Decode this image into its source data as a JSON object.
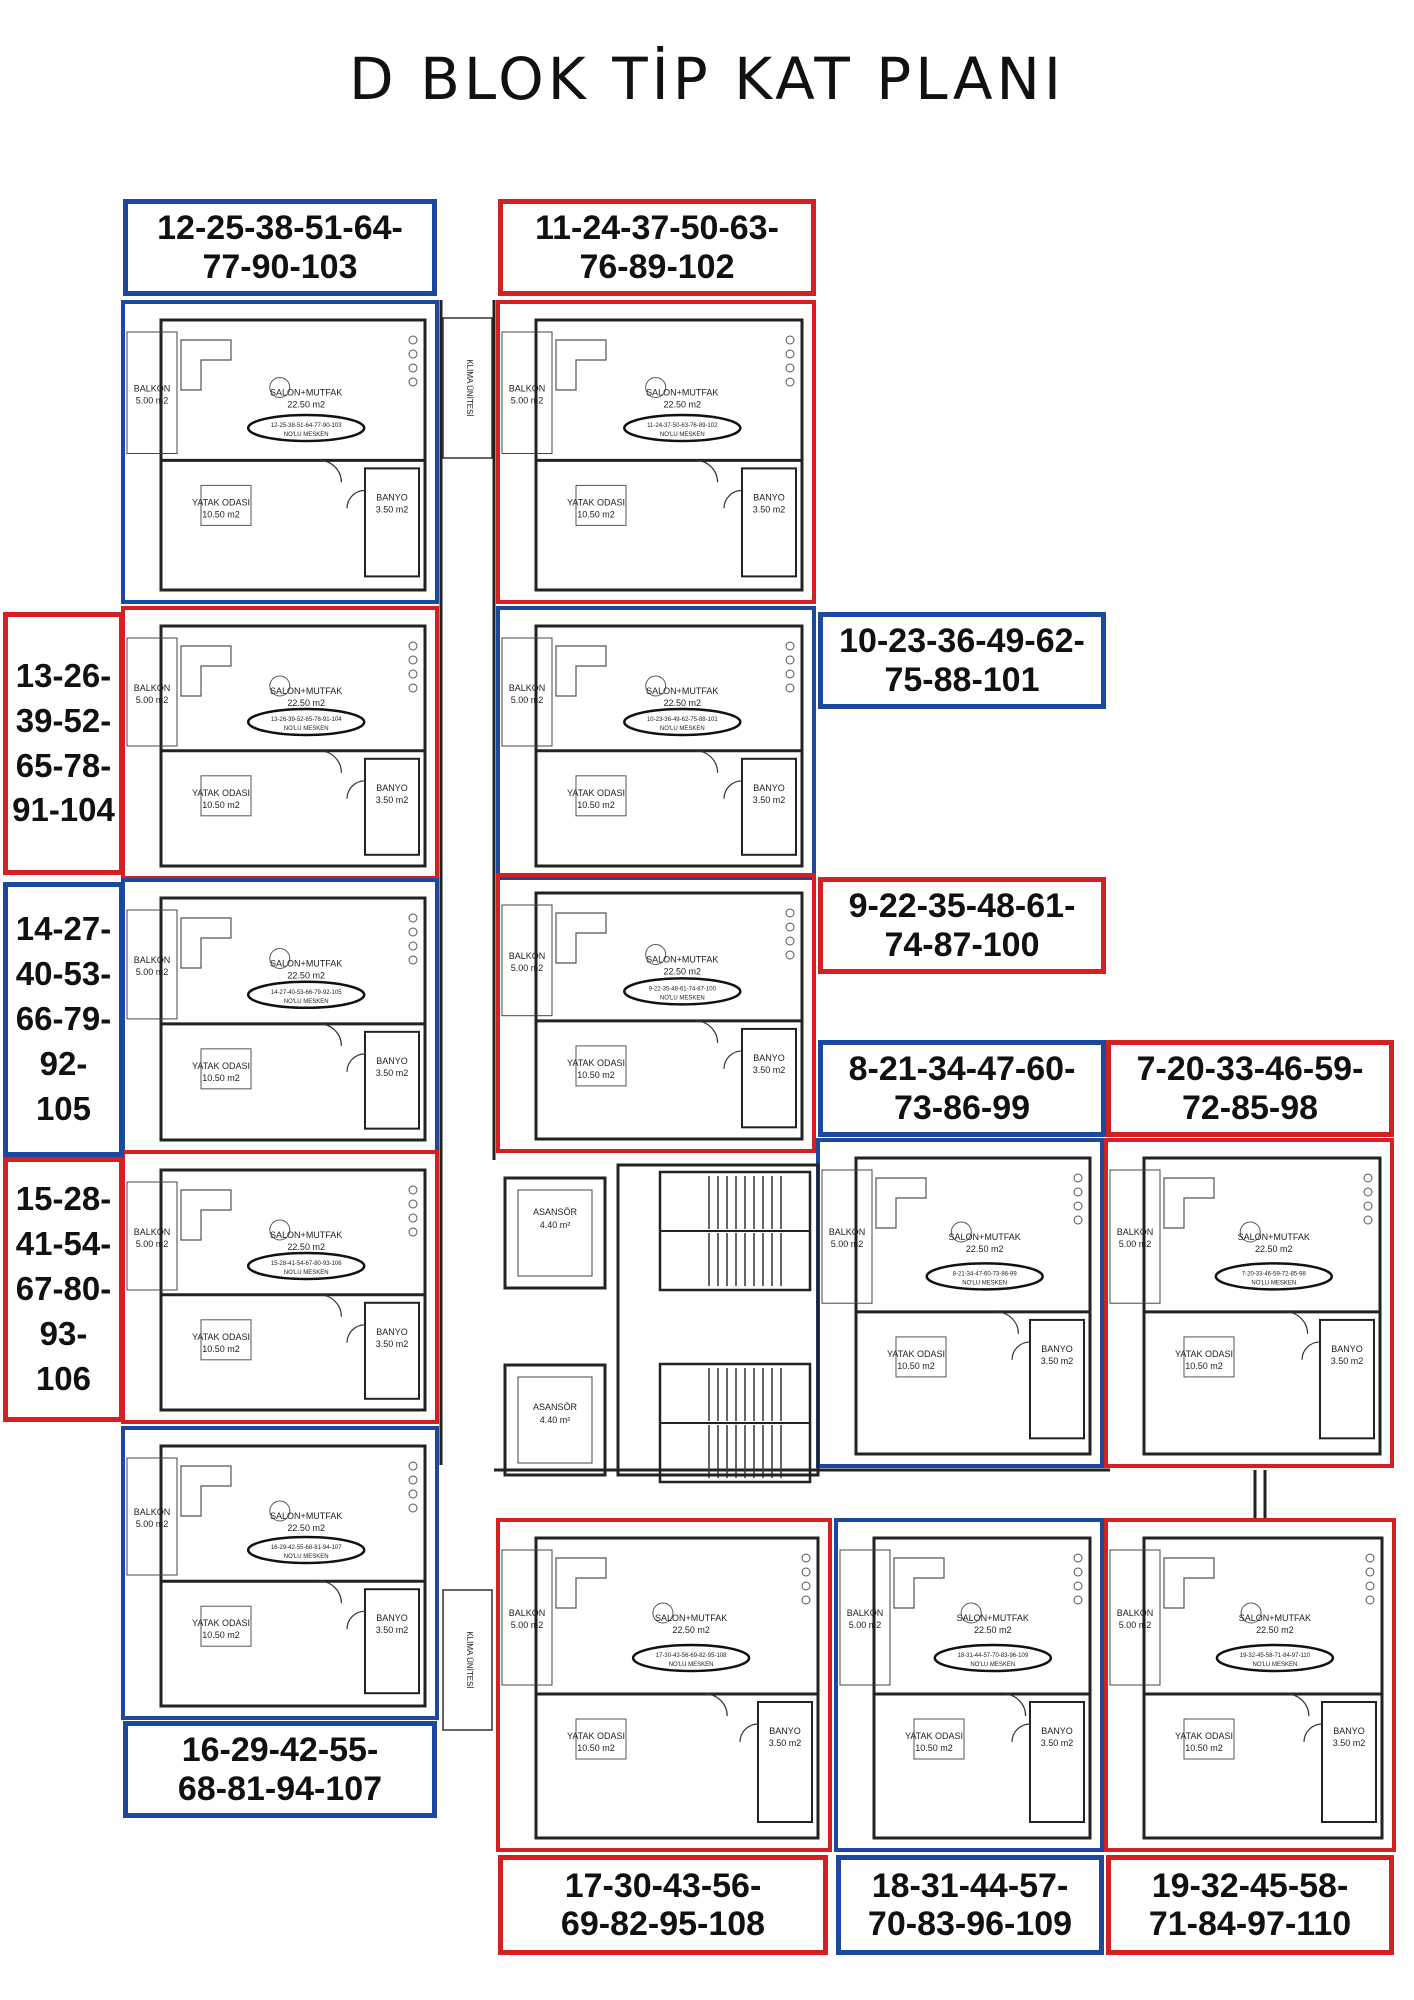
{
  "title": "D BLOK TİP KAT PLANI",
  "room_labels": {
    "salon": "SALON+MUTFAK",
    "salon_area": "22.50 m2",
    "yatak": "YATAK ODASI",
    "yatak_area": "10.50 m2",
    "banyo": "BANYO",
    "banyo_area": "3.50 m2",
    "balkon": "BALKON",
    "balkon_area": "5.00 m2",
    "mesken": "NO'LU MESKEN",
    "asansor": "ASANSÖR",
    "asansor_area": "4.40 m²",
    "klima": "KLİMA ÜNİTESİ"
  },
  "unit_labels": [
    {
      "id": "u12",
      "text": "12-25-38-51-64-\n77-90-103",
      "color": "blue"
    },
    {
      "id": "u11",
      "text": "11-24-37-50-63-\n76-89-102",
      "color": "red"
    },
    {
      "id": "u13",
      "text": "13-26-\n39-52-\n65-78-\n91-104",
      "color": "red"
    },
    {
      "id": "u10",
      "text": "10-23-36-49-62-\n75-88-101",
      "color": "blue"
    },
    {
      "id": "u14",
      "text": "14-27-\n40-53-\n66-79-\n92-\n105",
      "color": "blue"
    },
    {
      "id": "u9",
      "text": "9-22-35-48-61-\n74-87-100",
      "color": "red"
    },
    {
      "id": "u8",
      "text": "8-21-34-47-60-\n73-86-99",
      "color": "blue"
    },
    {
      "id": "u7",
      "text": "7-20-33-46-59-\n72-85-98",
      "color": "red"
    },
    {
      "id": "u15",
      "text": "15-28-\n41-54-\n67-80-\n93-\n106",
      "color": "red"
    },
    {
      "id": "u16",
      "text": "16-29-42-55-\n68-81-94-107",
      "color": "blue"
    },
    {
      "id": "u17",
      "text": "17-30-43-56-\n69-82-95-108",
      "color": "red"
    },
    {
      "id": "u18",
      "text": "18-31-44-57-\n70-83-96-109",
      "color": "blue"
    },
    {
      "id": "u19",
      "text": "19-32-45-58-\n71-84-97-110",
      "color": "red"
    }
  ],
  "mesken_numbers": {
    "u12": "12-25-38-51-64-77-90-103",
    "u11": "11-24-37-50-63-76-89-102",
    "u13": "13-26-39-52-65-78-91-104",
    "u10": "10-23-36-49-62-75-88-101",
    "u14": "14-27-40-53-66-79-92-105",
    "u9": "9-22-35-48-61-74-87-100",
    "u8": "8-21-34-47-60-73-86-99",
    "u7": "7-20-33-46-59-72-85-98",
    "u15": "15-28-41-54-67-80-93-106",
    "u16": "16-29-42-55-68-81-94-107",
    "u17": "17-30-43-56-69-82-95-108",
    "u18": "18-31-44-57-70-83-96-109",
    "u19": "19-32-45-58-71-84-97-110"
  },
  "colors": {
    "blue": "#1d48a0",
    "red": "#d42020",
    "wall": "#222222"
  }
}
